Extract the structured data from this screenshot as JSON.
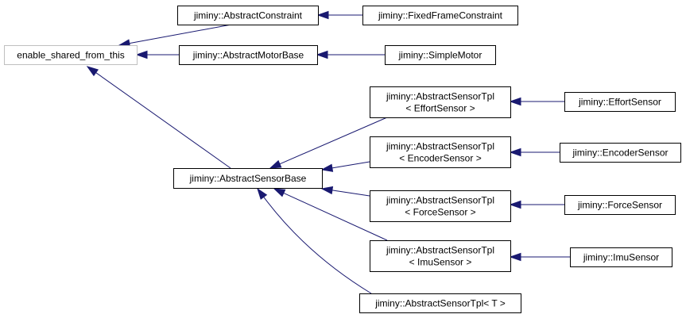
{
  "diagram": {
    "type": "class-inheritance-graph",
    "colors": {
      "edge": "#191970",
      "box_border": "#000000",
      "external_box_border": "#bfbfbf",
      "background": "#ffffff"
    },
    "nodes": [
      {
        "id": "enable_shared",
        "lines": [
          "enable_shared_from_this"
        ],
        "external": true
      },
      {
        "id": "abs_constraint",
        "lines": [
          "jiminy::AbstractConstraint"
        ]
      },
      {
        "id": "fixed_frame",
        "lines": [
          "jiminy::FixedFrameConstraint"
        ]
      },
      {
        "id": "abs_motor",
        "lines": [
          "jiminy::AbstractMotorBase"
        ]
      },
      {
        "id": "simple_motor",
        "lines": [
          "jiminy::SimpleMotor"
        ]
      },
      {
        "id": "abs_sensor_base",
        "lines": [
          "jiminy::AbstractSensorBase"
        ]
      },
      {
        "id": "tpl_effort",
        "lines": [
          "jiminy::AbstractSensorTpl",
          "< EffortSensor >"
        ]
      },
      {
        "id": "tpl_encoder",
        "lines": [
          "jiminy::AbstractSensorTpl",
          "< EncoderSensor >"
        ]
      },
      {
        "id": "tpl_force",
        "lines": [
          "jiminy::AbstractSensorTpl",
          "< ForceSensor >"
        ]
      },
      {
        "id": "tpl_imu",
        "lines": [
          "jiminy::AbstractSensorTpl",
          "< ImuSensor >"
        ]
      },
      {
        "id": "tpl_t",
        "lines": [
          "jiminy::AbstractSensorTpl< T >"
        ]
      },
      {
        "id": "effort_sensor",
        "lines": [
          "jiminy::EffortSensor"
        ]
      },
      {
        "id": "encoder_sensor",
        "lines": [
          "jiminy::EncoderSensor"
        ]
      },
      {
        "id": "force_sensor",
        "lines": [
          "jiminy::ForceSensor"
        ]
      },
      {
        "id": "imu_sensor",
        "lines": [
          "jiminy::ImuSensor"
        ]
      }
    ],
    "edges": [
      {
        "from": "abs_constraint",
        "to": "enable_shared"
      },
      {
        "from": "abs_motor",
        "to": "enable_shared"
      },
      {
        "from": "abs_sensor_base",
        "to": "enable_shared"
      },
      {
        "from": "fixed_frame",
        "to": "abs_constraint"
      },
      {
        "from": "simple_motor",
        "to": "abs_motor"
      },
      {
        "from": "tpl_effort",
        "to": "abs_sensor_base"
      },
      {
        "from": "tpl_encoder",
        "to": "abs_sensor_base"
      },
      {
        "from": "tpl_force",
        "to": "abs_sensor_base"
      },
      {
        "from": "tpl_imu",
        "to": "abs_sensor_base"
      },
      {
        "from": "tpl_t",
        "to": "abs_sensor_base"
      },
      {
        "from": "effort_sensor",
        "to": "tpl_effort"
      },
      {
        "from": "encoder_sensor",
        "to": "tpl_encoder"
      },
      {
        "from": "force_sensor",
        "to": "tpl_force"
      },
      {
        "from": "imu_sensor",
        "to": "tpl_imu"
      }
    ]
  }
}
